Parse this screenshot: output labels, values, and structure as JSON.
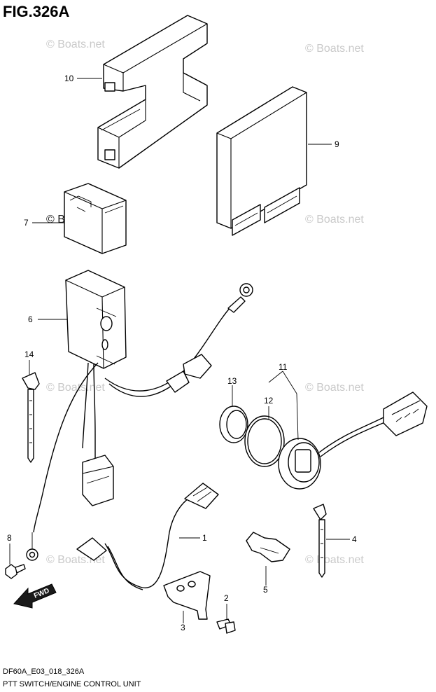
{
  "figure_title": "FIG.326A",
  "watermark": "© Boats.net",
  "footer": {
    "code": "DF60A_E03_018_326A",
    "caption": "PTT SWITCH/ENGINE CONTROL UNIT"
  },
  "fwd_label": "FWD",
  "callouts": {
    "c1": "1",
    "c2": "2",
    "c3": "3",
    "c4": "4",
    "c5": "5",
    "c6": "6",
    "c7": "7",
    "c8": "8",
    "c9": "9",
    "c10": "10",
    "c11": "11",
    "c12": "12",
    "c13": "13",
    "c14": "14"
  }
}
